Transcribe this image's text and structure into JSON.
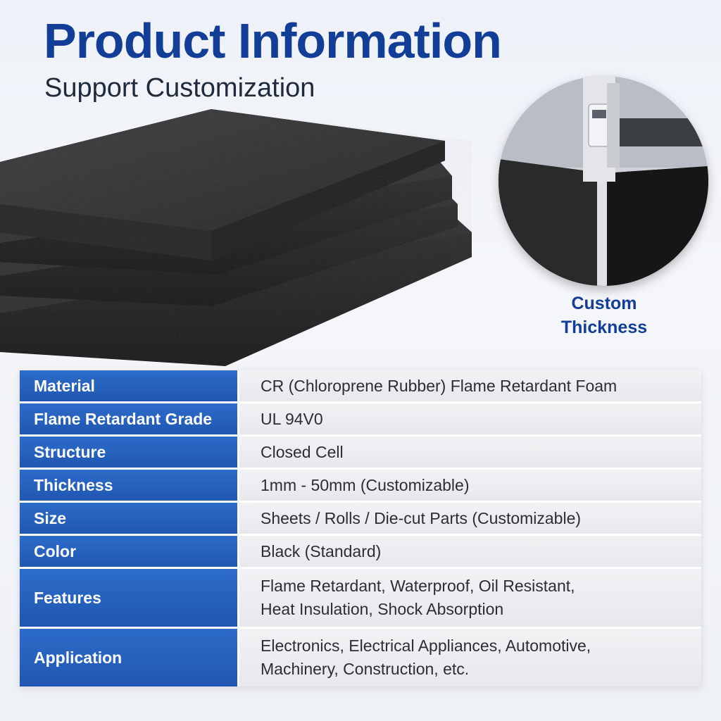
{
  "header": {
    "title": "Product Information",
    "subtitle": "Support Customization"
  },
  "inset": {
    "caption_line1": "Custom",
    "caption_line2": "Thickness"
  },
  "colors": {
    "title_blue": "#123e97",
    "label_blue": "#2563c0",
    "value_gray": "#ececee",
    "foam_black": "#262626"
  },
  "specs": [
    {
      "label": "Material",
      "value": [
        "CR (Chloroprene Rubber) Flame Retardant Foam"
      ]
    },
    {
      "label": "Flame Retardant Grade",
      "value": [
        "UL 94V0"
      ]
    },
    {
      "label": "Structure",
      "value": [
        "Closed Cell"
      ]
    },
    {
      "label": "Thickness",
      "value": [
        "1mm - 50mm (Customizable)"
      ]
    },
    {
      "label": "Size",
      "value": [
        "Sheets / Rolls / Die-cut Parts (Customizable)"
      ]
    },
    {
      "label": "Color",
      "value": [
        "Black (Standard)"
      ]
    },
    {
      "label": "Features",
      "value": [
        "Flame Retardant, Waterproof, Oil Resistant,",
        "Heat Insulation, Shock Absorption"
      ]
    },
    {
      "label": "Application",
      "value": [
        "Electronics, Electrical Appliances, Automotive,",
        "Machinery, Construction, etc."
      ]
    }
  ]
}
